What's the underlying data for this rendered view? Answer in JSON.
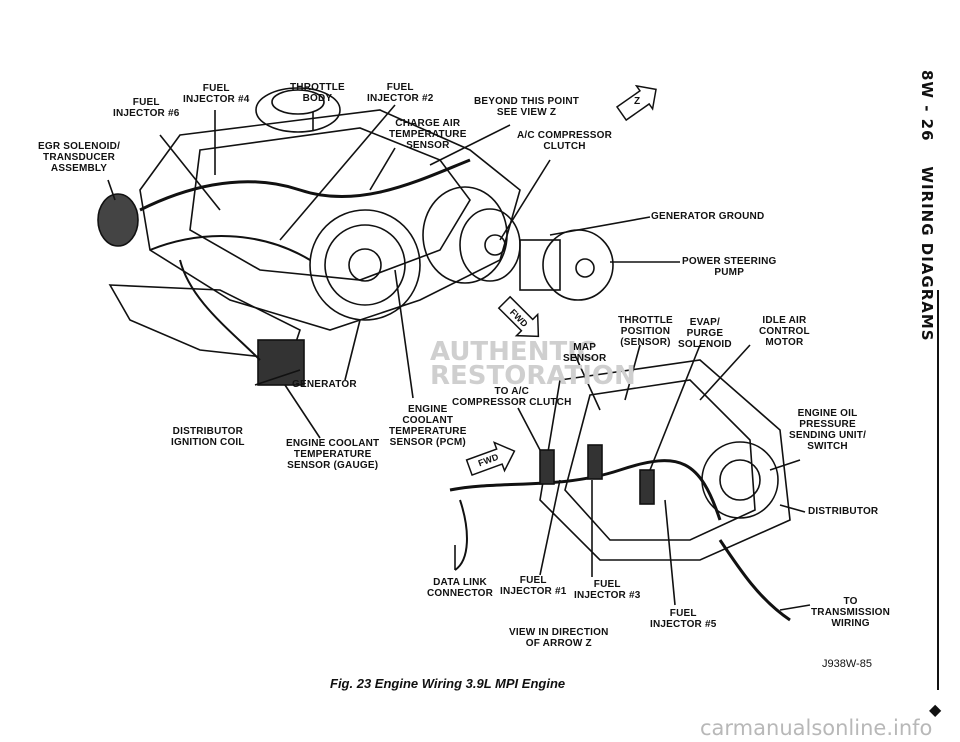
{
  "header": {
    "page_ref": "8W - 26",
    "section": "WIRING DIAGRAMS"
  },
  "view_marker": "Z",
  "arrow_label": "FWD",
  "labels": {
    "fuel_injector_6": [
      "FUEL",
      "INJECTOR #6"
    ],
    "fuel_injector_4": [
      "FUEL",
      "INJECTOR #4"
    ],
    "throttle_body": [
      "THROTTLE",
      "BODY"
    ],
    "fuel_injector_2": [
      "FUEL",
      "INJECTOR #2"
    ],
    "beyond_point": [
      "BEYOND THIS POINT",
      "SEE VIEW Z"
    ],
    "charge_air": [
      "CHARGE AIR",
      "TEMPERATURE",
      "SENSOR"
    ],
    "egr_solenoid": [
      "EGR SOLENOID/",
      "TRANSDUCER",
      "ASSEMBLY"
    ],
    "ac_compressor_clutch": [
      "A/C COMPRESSOR",
      "CLUTCH"
    ],
    "generator_ground": [
      "GENERATOR GROUND"
    ],
    "power_steering_pump": [
      "POWER STEERING",
      "PUMP"
    ],
    "throttle_position": [
      "THROTTLE",
      "POSITION",
      "(SENSOR)"
    ],
    "evap_purge": [
      "EVAP/",
      "PURGE",
      "SOLENOID"
    ],
    "idle_air_control": [
      "IDLE AIR",
      "CONTROL",
      "MOTOR"
    ],
    "map_sensor": [
      "MAP",
      "SENSOR"
    ],
    "generator": [
      "GENERATOR"
    ],
    "to_ac_clutch": [
      "TO A/C",
      "COMPRESSOR CLUTCH"
    ],
    "distributor_coil": [
      "DISTRIBUTOR",
      "IGNITION COIL"
    ],
    "ect_gauge": [
      "ENGINE COOLANT",
      "TEMPERATURE",
      "SENSOR (GAUGE)"
    ],
    "ect_pcm": [
      "ENGINE",
      "COOLANT",
      "TEMPERATURE",
      "SENSOR (PCM)"
    ],
    "oil_pressure": [
      "ENGINE OIL",
      "PRESSURE",
      "SENDING UNIT/",
      "SWITCH"
    ],
    "distributor": [
      "DISTRIBUTOR"
    ],
    "data_link": [
      "DATA LINK",
      "CONNECTOR"
    ],
    "fuel_injector_1": [
      "FUEL",
      "INJECTOR #1"
    ],
    "fuel_injector_3": [
      "FUEL",
      "INJECTOR #3"
    ],
    "fuel_injector_5": [
      "FUEL",
      "INJECTOR #5"
    ],
    "to_transmission": [
      "TO",
      "TRANSMISSION",
      "WIRING"
    ],
    "view_direction": [
      "VIEW IN DIRECTION",
      "OF ARROW Z"
    ]
  },
  "drawing_code": "J938W-85",
  "caption": "Fig. 23 Engine Wiring 3.9L MPI Engine",
  "watermark_logo": "AUTHENTIC RESTORATION",
  "site_watermark": "carmanualsonline.info",
  "diamond_glyph": "◆"
}
